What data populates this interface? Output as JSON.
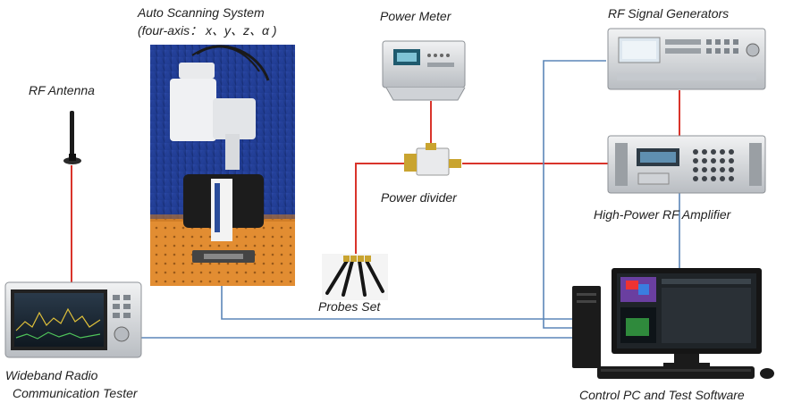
{
  "labels": {
    "rf_antenna": "RF Antenna",
    "scanning_title": "Auto Scanning System",
    "scanning_axes": "(four-axis：  x、y、z、α )",
    "power_meter": "Power Meter",
    "rf_generators": "RF Signal Generators",
    "power_divider": "Power divider",
    "amplifier": "High-Power RF Amplifier",
    "probes": "Probes Set",
    "tester_line1": "Wideband Radio",
    "tester_line2": "Communication Tester",
    "control_pc": "Control PC and Test Software"
  },
  "colors": {
    "rf_link": "#d9342b",
    "control_link": "#5b86b8",
    "anechoic_absorber": "#1f3a8f",
    "turntable": "#e08a2c",
    "instrument_silver": "#d6d9dc"
  }
}
